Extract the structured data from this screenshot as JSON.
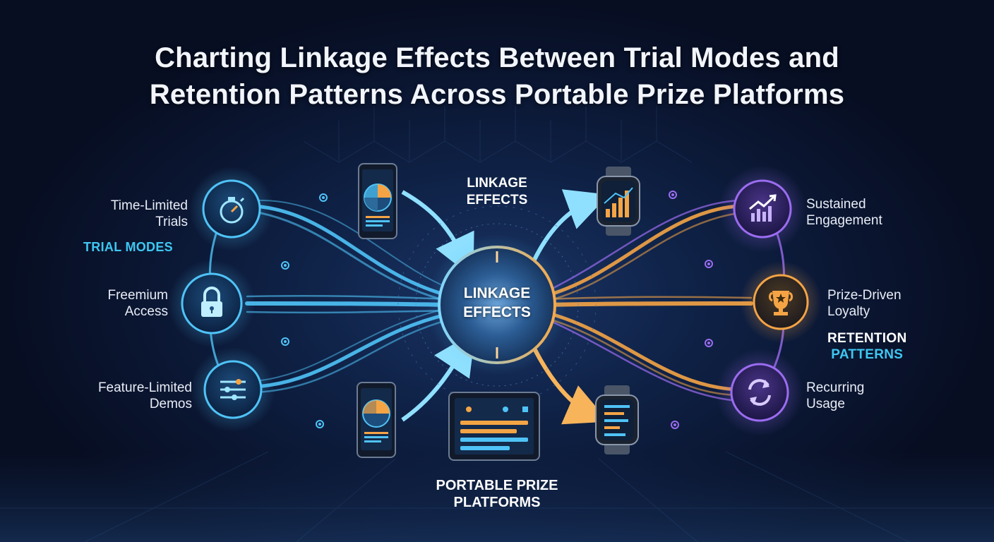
{
  "title": {
    "line1": "Charting Linkage Effects Between Trial Modes and",
    "line2": "Retention Patterns Across Portable Prize Platforms"
  },
  "trial_modes": {
    "heading": "TRIAL MODES",
    "items": [
      {
        "line1": "Time-Limited",
        "line2": "Trials",
        "icon": "stopwatch-icon"
      },
      {
        "line1": "Freemium",
        "line2": "Access",
        "icon": "lock-icon"
      },
      {
        "line1": "Feature-Limited",
        "line2": "Demos",
        "icon": "sliders-icon"
      }
    ]
  },
  "retention_patterns": {
    "heading_line1": "RETENTION",
    "heading_line2": "PATTERNS",
    "items": [
      {
        "line1": "Sustained",
        "line2": "Engagement",
        "icon": "growth-chart-icon"
      },
      {
        "line1": "Prize-Driven",
        "line2": "Loyalty",
        "icon": "trophy-icon"
      },
      {
        "line1": "Recurring",
        "line2": "Usage",
        "icon": "recurring-arrows-icon"
      }
    ]
  },
  "hub": {
    "line1": "LINKAGE",
    "line2": "EFFECTS"
  },
  "linkage_label": {
    "line1": "LINKAGE",
    "line2": "EFFECTS"
  },
  "platforms": {
    "line1": "PORTABLE PRIZE",
    "line2": "PLATFORMS"
  },
  "colors": {
    "blue": "#4fc3f7",
    "orange": "#f5a445",
    "purple": "#9b6cf0",
    "cyan_label": "#3ec7f2"
  }
}
